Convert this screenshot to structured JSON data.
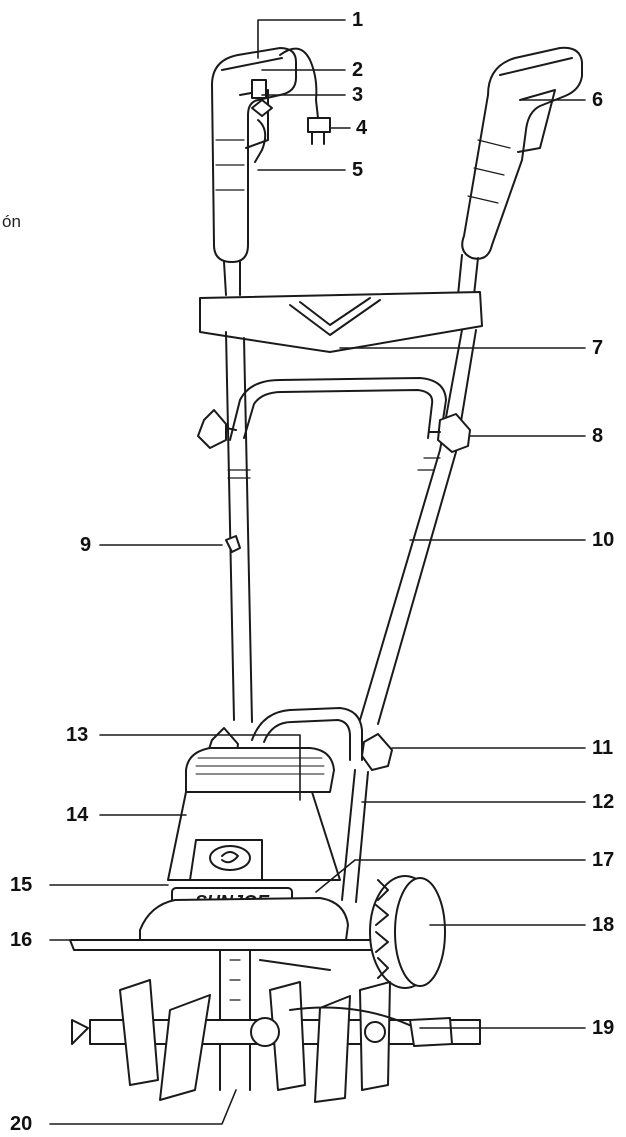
{
  "side_fragment": "ón",
  "logo_text": "SUNJOE",
  "callouts": [
    "1",
    "2",
    "3",
    "4",
    "5",
    "6",
    "7",
    "8",
    "9",
    "10",
    "11",
    "12",
    "13",
    "14",
    "15",
    "16",
    "17",
    "18",
    "19",
    "20"
  ]
}
